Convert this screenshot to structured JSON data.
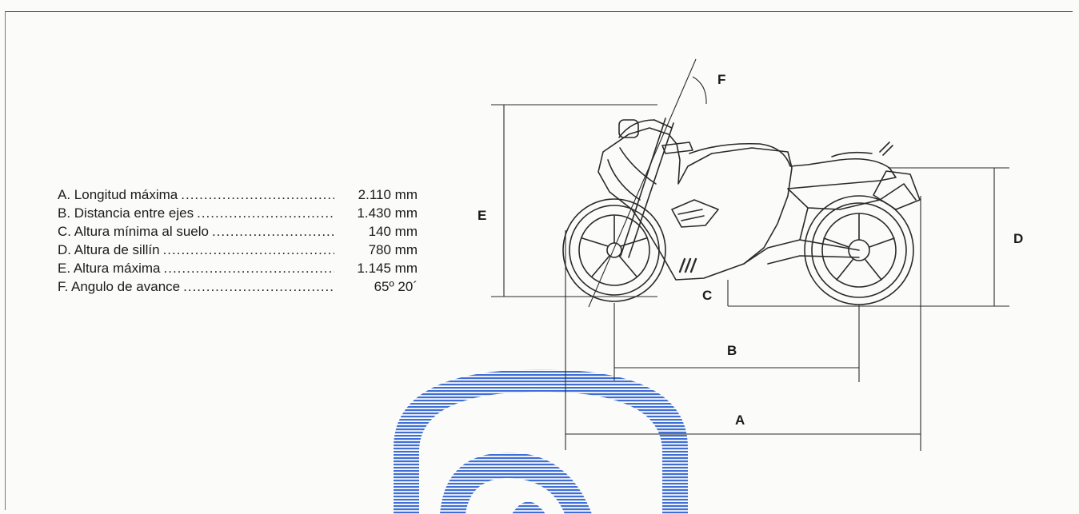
{
  "specs": [
    {
      "label": "A. Longitud máxima",
      "value": "2.110 mm"
    },
    {
      "label": "B. Distancia entre ejes",
      "value": "1.430 mm"
    },
    {
      "label": "C. Altura mínima al suelo",
      "value": "140 mm"
    },
    {
      "label": "D. Altura de sillín",
      "value": "780 mm"
    },
    {
      "label": "E. Altura máxima",
      "value": "1.145 mm"
    },
    {
      "label": "F. Angulo de avance",
      "value": "65º 20´"
    }
  ],
  "dimension_labels": {
    "a": "A",
    "b": "B",
    "c": "C",
    "d": "D",
    "e": "E",
    "f": "F"
  },
  "colors": {
    "line": "#2a2a2a",
    "watermark": "#3f6fd6"
  }
}
